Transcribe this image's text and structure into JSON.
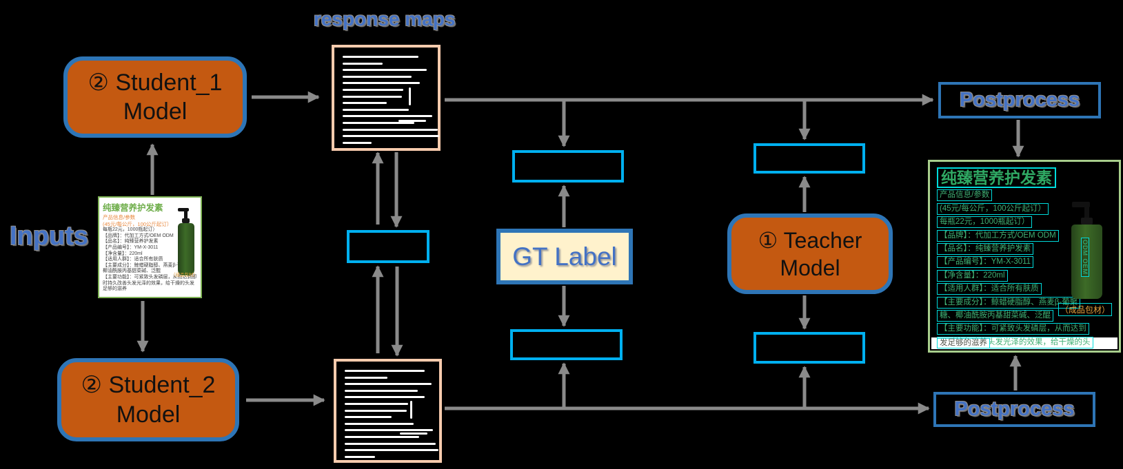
{
  "diagram_title": "response maps",
  "inputs_label": "Inputs",
  "nodes": {
    "student1": {
      "line1": "② Student_1",
      "line2": "Model"
    },
    "student2": {
      "line1": "② Student_2",
      "line2": "Model"
    },
    "teacher": {
      "line1": "① Teacher",
      "line2": "Model"
    },
    "gt_label": "GT Label",
    "postprocess_top": "Postprocess",
    "postprocess_bottom": "Postprocess"
  },
  "input_card": {
    "title": "纯臻营养护发素",
    "lines": [
      "产品信息/参数",
      "(45元/每公斤，100公斤起订）",
      "每瓶22元，1000瓶起订）",
      "【品牌】：代加工方式/OEM ODM",
      "【品名】：纯臻营养护发素",
      "【产品编号】：YM-X-3011",
      "【净含量】：220ml",
      "【适用人群】：适合所有肤质",
      "【主要成分】：鲸蜡硬脂醇、燕麦β-葡聚糖、椰油酰胺丙基甜菜碱、泛醌",
      "【主要功能】：可紧致头发磷层，从而达到即时持久改善头发光泽的效果，给干燥的头发足够的滋养"
    ],
    "packaging_note": "（成品包材）"
  },
  "output_card": {
    "title": "纯臻营养护发素",
    "lines": [
      "产品信息/参数",
      "(45元/每公斤，100公斤起订）",
      "每瓶22元，1000瓶起订）",
      "【品牌】：代加工方式/OEM ODM",
      "【品名】：纯臻营养护发素",
      "【产品编号】：YM-X-3011",
      "【净含量】：220ml",
      "【适用人群】：适合所有肤质",
      "【主要成分】：鲸蜡硬脂醇、燕麦β-葡聚",
      "糖、椰油酰胺丙基甜菜碱、泛醌",
      "【主要功能】：可紧致头发磷层，从而达到",
      "即时持久改善头发光泽的效果，给干燥的头"
    ],
    "last_line": "发足够的滋养",
    "bottle_label": "ODM OEM",
    "packaging_note": "（成品包材）"
  },
  "colors": {
    "node_fill": "#C45911",
    "node_border": "#2E75B6",
    "cyan_box": "#00B0F0",
    "arrow": "#8A8A8A",
    "rmap_border": "#F8CBAD",
    "gt_fill": "#FFF2CC",
    "blue_text": "#4472C4",
    "green": "#70AD47",
    "ocr_cyan": "#00DCDC"
  }
}
